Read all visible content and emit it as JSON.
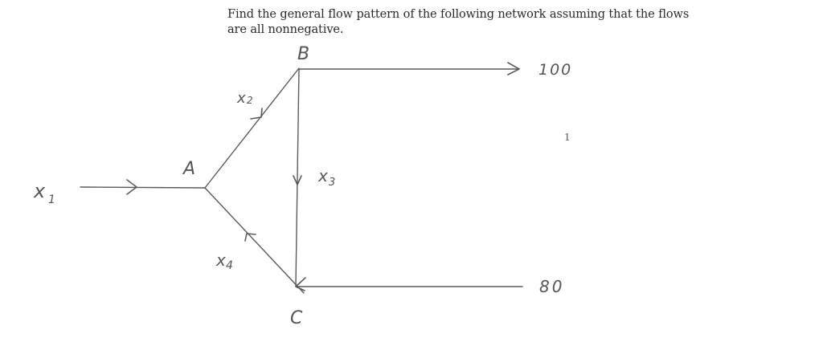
{
  "problem": {
    "line1": "Find the general flow pattern of the following network assuming that the flows",
    "line2": "are all nonnegative."
  },
  "nodes": {
    "A": {
      "label": "A"
    },
    "B": {
      "label": "B"
    },
    "C": {
      "label": "C"
    }
  },
  "flows": {
    "x1": {
      "label": "x",
      "sub": "1",
      "direction": "into A"
    },
    "x2": {
      "label": "x",
      "sub": "2",
      "direction": "A to B"
    },
    "x3": {
      "label": "x",
      "sub": "3",
      "direction": "B to C"
    },
    "x4": {
      "label": "x",
      "sub": "4",
      "direction": "C to A"
    }
  },
  "external": {
    "out_B": {
      "value": "100",
      "direction": "out of B"
    },
    "in_C": {
      "value": "80",
      "direction": "into C"
    }
  },
  "page_marker": "1"
}
